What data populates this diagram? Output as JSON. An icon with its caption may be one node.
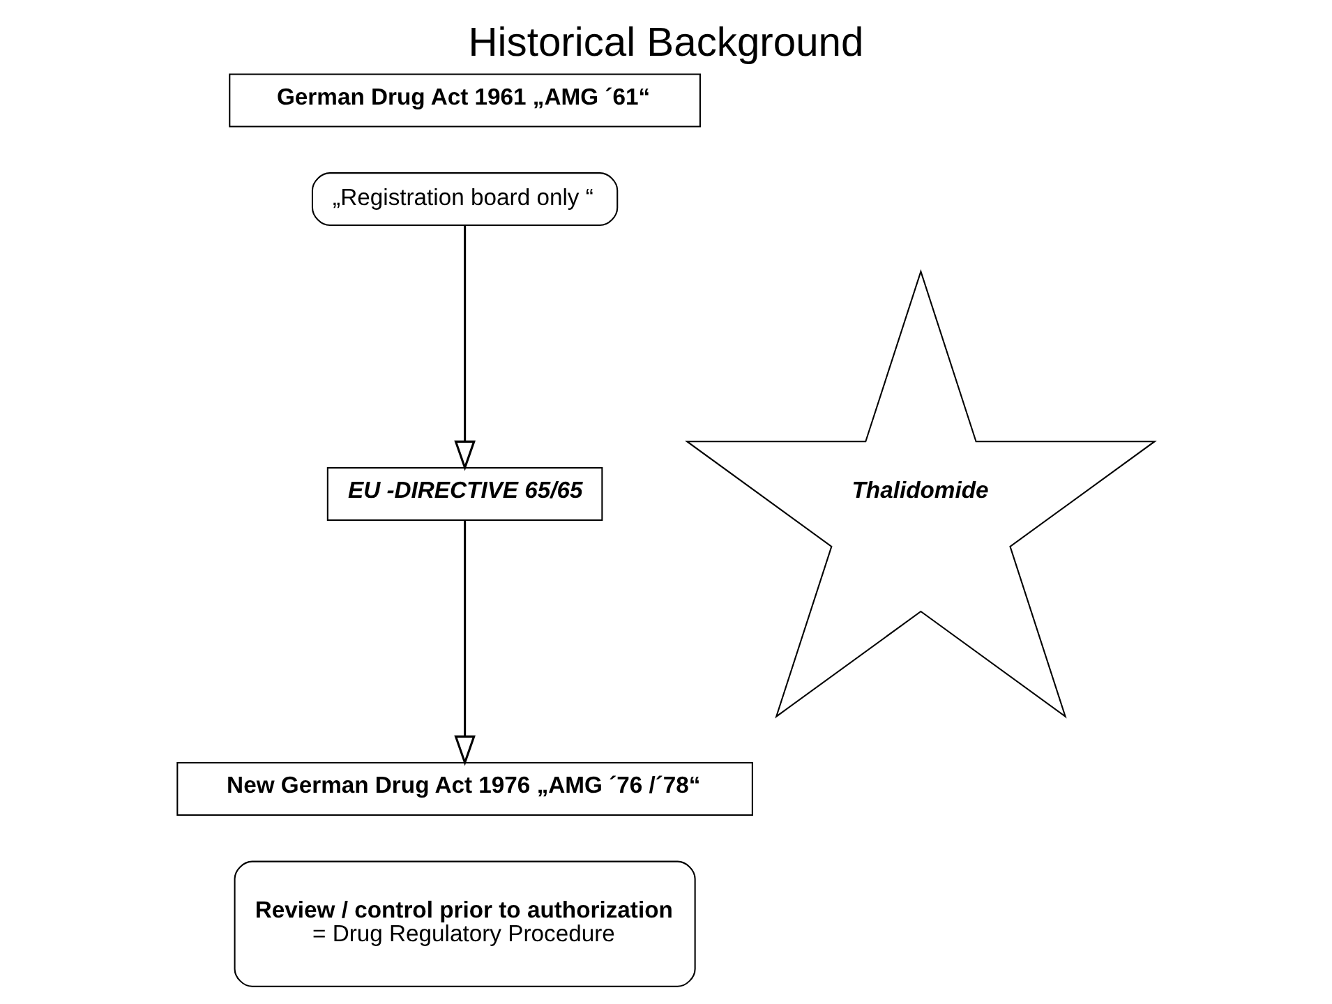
{
  "diagram": {
    "title": "Historical Background",
    "nodes": [
      {
        "text": [
          "German Drug Act 1961 „AMG ´61“"
        ]
      },
      {
        "text": [
          "„Registration board only “"
        ]
      },
      {
        "text": [
          "EU -DIRECTIVE 65/65"
        ]
      },
      {
        "text": [
          "New German Drug Act 1976 „AMG ´76 /´78“"
        ]
      },
      {
        "text": [
          "Review / control prior to authorization",
          "= Drug Regulatory Procedure"
        ]
      },
      {
        "text": [
          "Thalidomide"
        ]
      }
    ],
    "edges": [
      {
        "from": 1,
        "to": 2,
        "arrow": "to"
      },
      {
        "from": 2,
        "to": 3,
        "arrow": "to"
      }
    ]
  }
}
